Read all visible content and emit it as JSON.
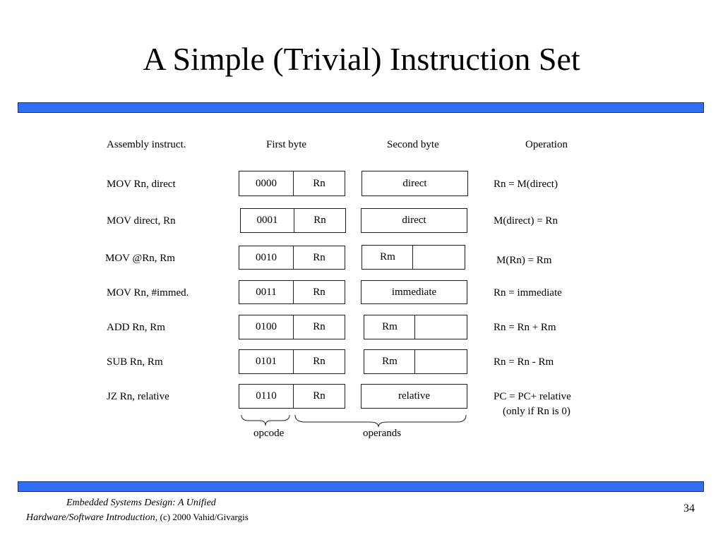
{
  "title": "A Simple (Trivial) Instruction Set",
  "headers": {
    "assembly": "Assembly instruct.",
    "first_byte": "First byte",
    "second_byte": "Second byte",
    "operation": "Operation"
  },
  "rows": [
    {
      "assembly": "MOV Rn, direct",
      "opcode": "0000",
      "reg": "Rn",
      "second": "direct",
      "second_split": "",
      "operation": "Rn = M(direct)",
      "operation_note": ""
    },
    {
      "assembly": "MOV direct, Rn",
      "opcode": "0001",
      "reg": "Rn",
      "second": "direct",
      "second_split": "",
      "operation": "M(direct) = Rn",
      "operation_note": ""
    },
    {
      "assembly": "MOV @Rn, Rm",
      "opcode": "0010",
      "reg": "Rn",
      "second": "Rm",
      "second_split": "yes",
      "operation": "M(Rn) = Rm",
      "operation_note": ""
    },
    {
      "assembly": "MOV Rn, #immed.",
      "opcode": "0011",
      "reg": "Rn",
      "second": "immediate",
      "second_split": "",
      "operation": "Rn = immediate",
      "operation_note": ""
    },
    {
      "assembly": "ADD Rn, Rm",
      "opcode": "0100",
      "reg": "Rn",
      "second": "Rm",
      "second_split": "yes",
      "operation": "Rn = Rn + Rm",
      "operation_note": ""
    },
    {
      "assembly": "SUB Rn, Rm",
      "opcode": "0101",
      "reg": "Rn",
      "second": "Rm",
      "second_split": "yes",
      "operation": "Rn = Rn - Rm",
      "operation_note": ""
    },
    {
      "assembly": "JZ  Rn, relative",
      "opcode": "0110",
      "reg": "Rn",
      "second": "relative",
      "second_split": "",
      "operation": "PC = PC+ relative",
      "operation_note": "(only if Rn is 0)"
    }
  ],
  "braces": {
    "opcode_label": "opcode",
    "operands_label": "operands"
  },
  "footer": {
    "line1": "Embedded Systems Design: A Unified",
    "line2_italic": "Hardware/Software Introduction,",
    "line2_plain": "(c) 2000 Vahid/Givargis",
    "page_number": "34"
  },
  "colors": {
    "bar_fill": "#2f6ef5",
    "bar_border": "#1c2f74"
  }
}
